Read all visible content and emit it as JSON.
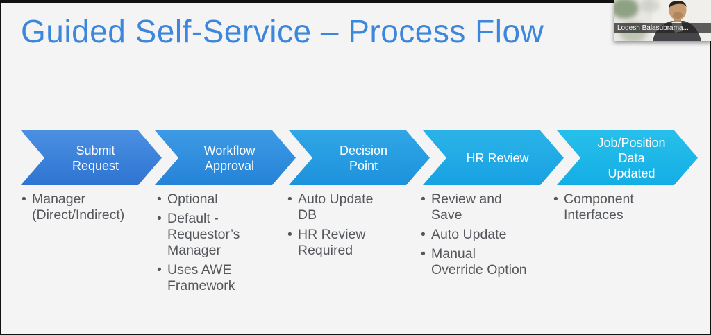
{
  "slide": {
    "title": "Guided Self-Service – Process Flow"
  },
  "process": {
    "steps": [
      {
        "label": "Submit\nRequest",
        "color": "#3679D7",
        "bullets": [
          "Manager\n(Direct/Indirect)"
        ]
      },
      {
        "label": "Workflow\nApproval",
        "color": "#2F8BDC",
        "bullets": [
          "Optional",
          "Default -\nRequestor’s\nManager",
          "Uses AWE\nFramework"
        ]
      },
      {
        "label": "Decision\nPoint",
        "color": "#2997E0",
        "bullets": [
          "Auto Update\nDB",
          "HR Review\nRequired"
        ]
      },
      {
        "label": "HR Review",
        "color": "#24A5E3",
        "bullets": [
          "Review and\nSave",
          "Auto Update",
          "Manual\nOverride Option"
        ]
      },
      {
        "label": "Job/Position\nData\nUpdated",
        "color": "#20B2E6",
        "bullets": [
          "Component\nInterfaces"
        ]
      }
    ]
  },
  "webcam": {
    "participant_name": "Logesh Balasubrama..."
  },
  "theme": {
    "title_color": "#3C87DB",
    "body_text_color": "#54575B",
    "slide_background": "#F5F4F4",
    "letterbox_color": "#111111",
    "chevron_text_color": "#FFFFFF"
  }
}
